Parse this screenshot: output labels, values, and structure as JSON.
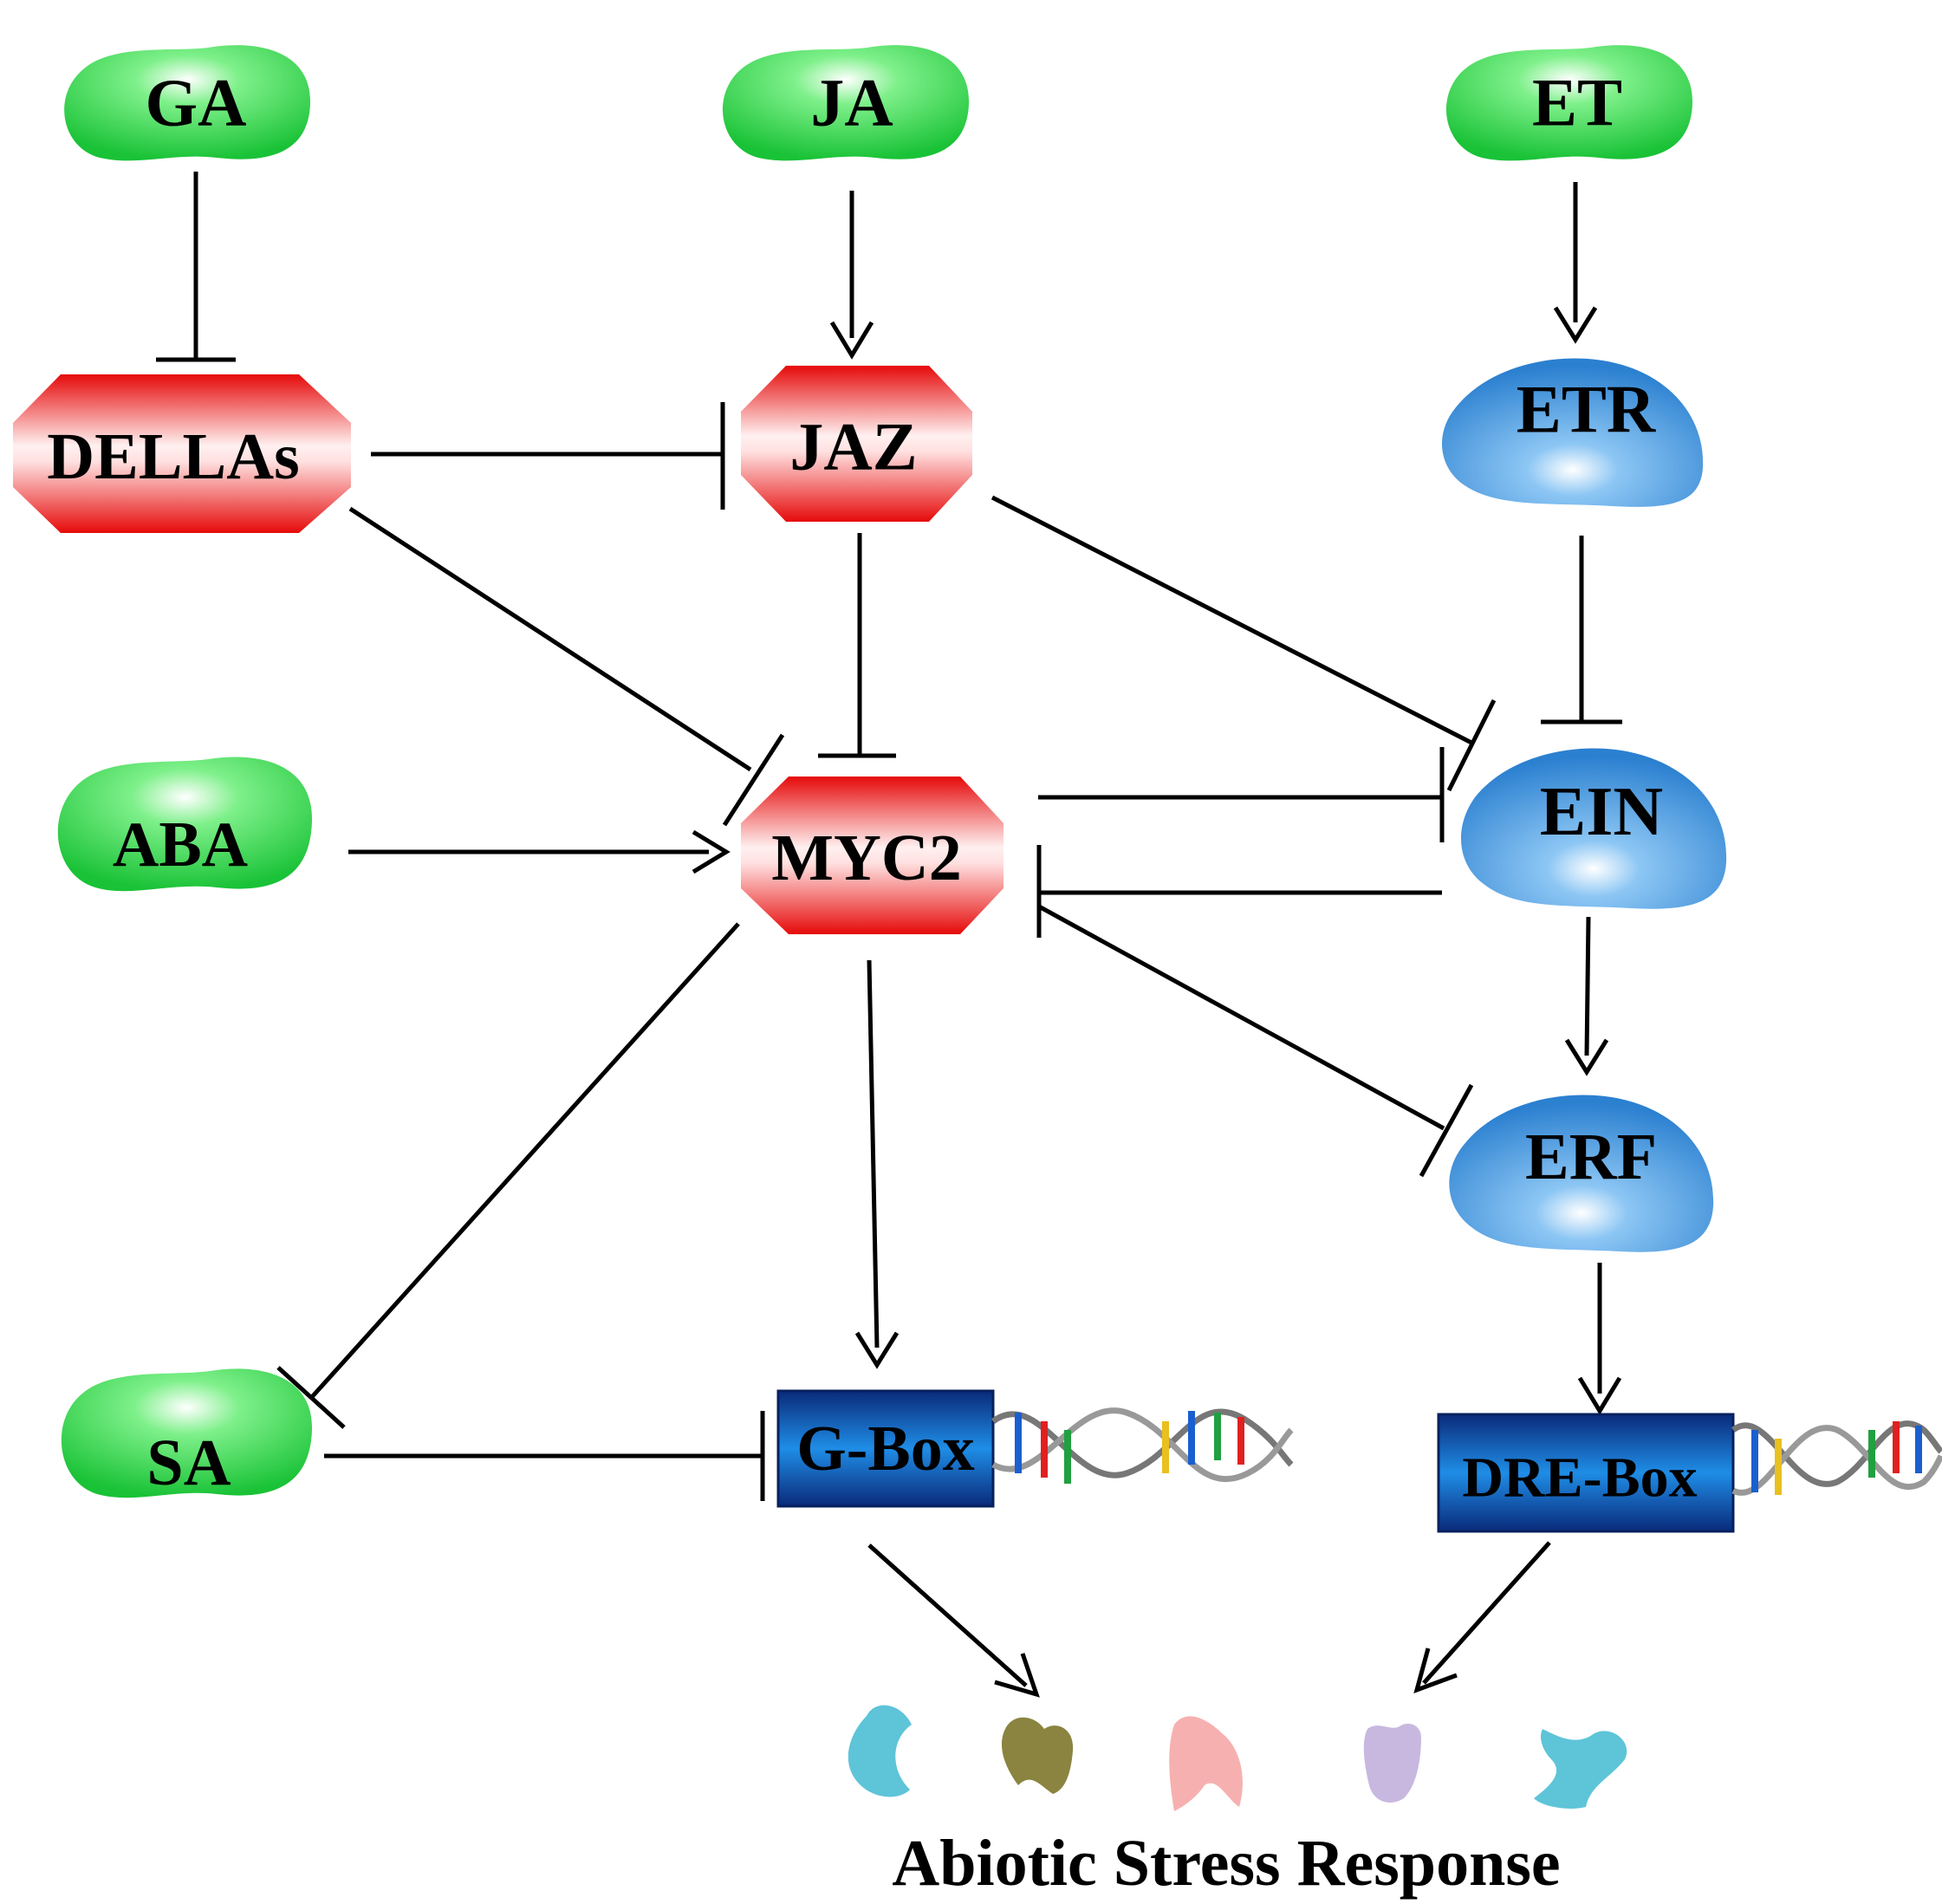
{
  "nodes": {
    "ga": "GA",
    "ja": "JA",
    "et": "ET",
    "dellas": "DELLAs",
    "jaz": "JAZ",
    "etr": "ETR",
    "aba": "ABA",
    "myc2": "MYC2",
    "ein": "EIN",
    "erf": "ERF",
    "sa": "SA",
    "gbox": "G-Box",
    "drebox": "DRE-Box"
  },
  "footer": "Abiotic Stress Response",
  "colors": {
    "hormone": "#2ecc4a",
    "protein_red": "#ee1111",
    "protein_blue": "#3d8fd8",
    "box": "#0a2f8a"
  }
}
